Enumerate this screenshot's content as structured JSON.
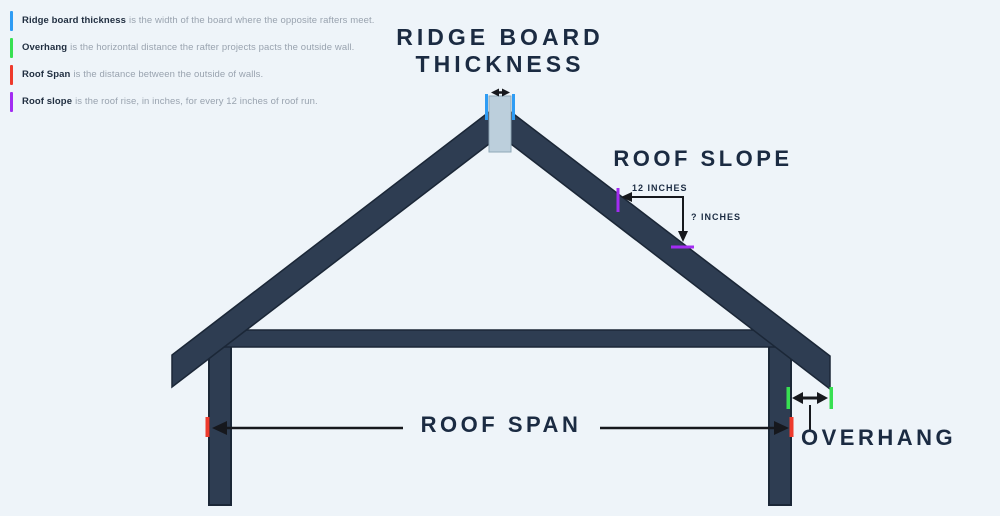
{
  "colors": {
    "background": "#eef4f9",
    "structure_fill": "#2e3d52",
    "structure_outline": "#1b2737",
    "ridge_board_fill": "#bccfdc",
    "title_text": "#1b2b42",
    "legend_description_text": "#99a3af",
    "tick_blue": "#2e9cf4",
    "tick_green": "#38e052",
    "tick_red": "#ee3a2c",
    "tick_purple": "#a32cf2",
    "arrow_black": "#16181d"
  },
  "legend": {
    "items": [
      {
        "term": "Ridge board thickness",
        "description": "is the width of the board where the opposite rafters meet.",
        "color": "#2e9cf4"
      },
      {
        "term": "Overhang",
        "description": "is the horizontal distance the rafter projects pacts the outside wall.",
        "color": "#38e052"
      },
      {
        "term": "Roof Span",
        "description": "is the distance between the outside of walls.",
        "color": "#ee3a2c"
      },
      {
        "term": "Roof slope",
        "description": "is the roof rise, in inches, for every 12 inches of roof run.",
        "color": "#a32cf2"
      }
    ]
  },
  "labels": {
    "ridge_title_line1": "RIDGE BOARD",
    "ridge_title_line2": "THICKNESS",
    "roof_slope": "ROOF SLOPE",
    "run_label": "12 INCHES",
    "rise_label": "? INCHES",
    "roof_span": "ROOF SPAN",
    "overhang": "OVERHANG"
  }
}
